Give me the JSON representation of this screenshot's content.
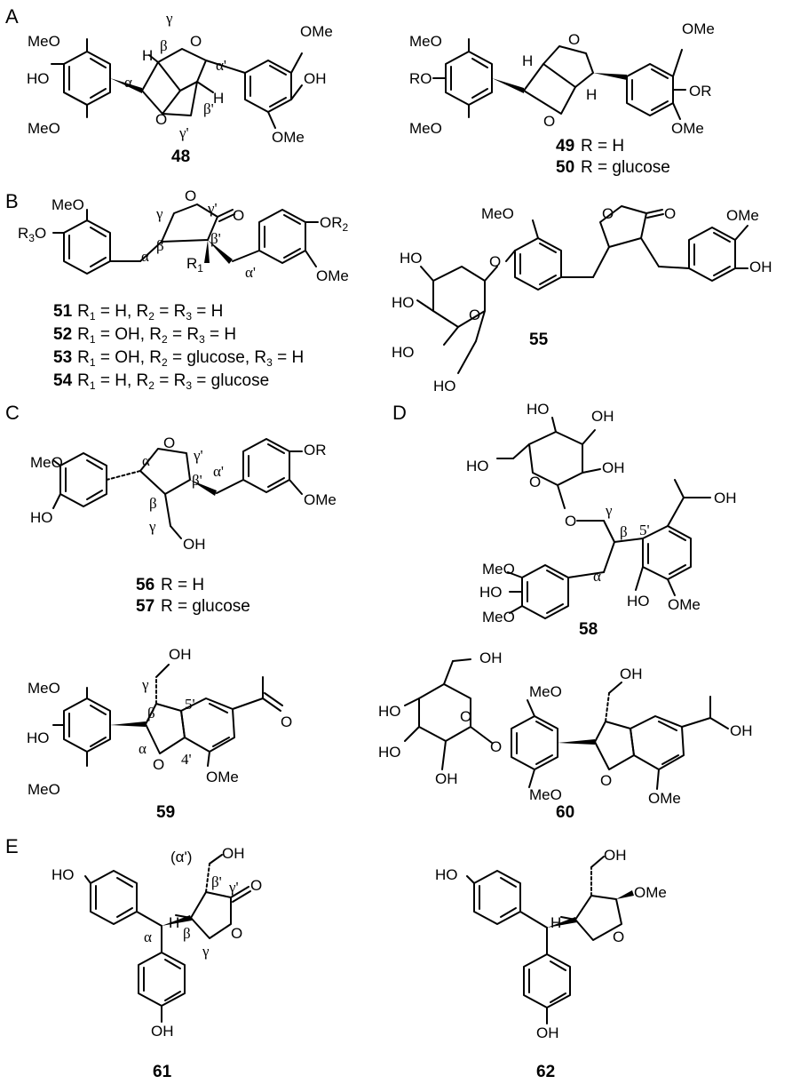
{
  "sections": {
    "a": "A",
    "b": "B",
    "c": "C",
    "d": "D",
    "e": "E"
  },
  "compounds": {
    "c48": "48",
    "c49": "49",
    "c50": "50",
    "c51": "51",
    "c52": "52",
    "c53": "53",
    "c54": "54",
    "c55": "55",
    "c56": "56",
    "c57": "57",
    "c58": "58",
    "c59": "59",
    "c60": "60",
    "c61": "61",
    "c62": "62"
  },
  "substituents": {
    "r49": "R = H",
    "r50": "R = glucose",
    "r51": ", R = R = H",
    "r52": ", R = R = H",
    "r53": ", R = glucose, R = H",
    "r54": ", R = R = glucose",
    "r56": "R = H",
    "r57": "R = glucose"
  },
  "r_parts": {
    "r1_eq_h": "R",
    "r1_eq_oh": "R",
    "sub1": "1",
    "sub2": "2",
    "sub3": "3",
    "eq_h": " = H",
    "eq_oh": " = OH",
    "eq_h_tail": " = H",
    "eq_glc": " = glucose",
    "sep": ", ",
    "eq": " = "
  },
  "atoms": {
    "meo": "MeO",
    "ome": "OMe",
    "ho": "HO",
    "oh": "OH",
    "o": "O",
    "h": "H",
    "ro": "RO",
    "or": "OR",
    "r3o": "R",
    "or2": "OR",
    "r1": "R"
  },
  "positions": {
    "alpha": "α",
    "beta": "β",
    "gamma": "γ",
    "alpha_p": "α'",
    "beta_p": "β'",
    "gamma_p": "γ'",
    "alpha_p_paren": "(α')",
    "five_p": "5'",
    "four_p": "4'"
  }
}
